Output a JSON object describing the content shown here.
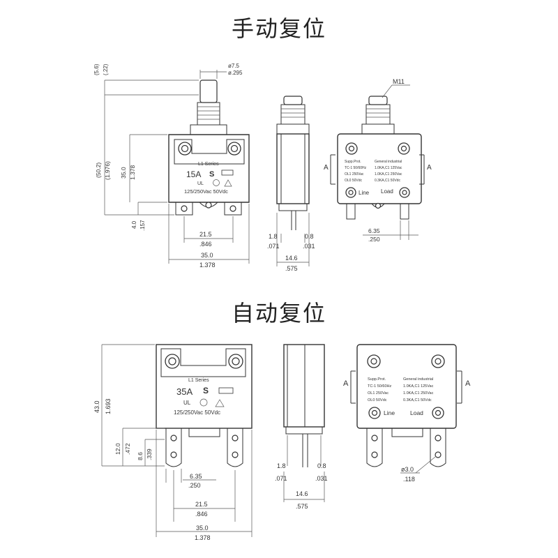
{
  "titles": {
    "manual": "手动复位",
    "auto": "自动复位"
  },
  "manual": {
    "front": {
      "label_series": "L1 Series",
      "rating": "15A",
      "voltage": "125/250Vac  50Vdc",
      "dims": {
        "button_dia_mm": "ø7.5",
        "button_dia_in": "ø.295",
        "top_mm": "(5.6)",
        "top_in": "(.22)",
        "total_mm": "(50.2)",
        "total_in": "(1.976)",
        "body_mm": "35.0",
        "body_in": "1.378",
        "term_mm": "4.0",
        "term_in": ".157",
        "pitch_mm": "21.5",
        "pitch_in": ".846",
        "width_mm": "35.0",
        "width_in": "1.378"
      }
    },
    "side": {
      "left_mm": "1.8",
      "left_in": ".071",
      "right_mm": "0.8",
      "right_in": ".031",
      "depth_mm": "14.6",
      "depth_in": ".575"
    },
    "back": {
      "thread": "M11",
      "col1": [
        "Supp.Prot.",
        "TC-1 50/60Hz",
        "OL1 250Vac",
        "OL0 50Vdc"
      ],
      "col2": [
        "General industrial",
        "1.0KA,C1 125Vac",
        "1.0KA,C1 250Vac",
        "0.3KA,C1 50Vdc"
      ],
      "line": "Line",
      "load": "Load",
      "section": "A",
      "tab_mm": "6.35",
      "tab_in": ".250"
    }
  },
  "auto": {
    "front": {
      "label_series": "L1 Series",
      "rating": "35A",
      "voltage": "125/250Vac  50Vdc",
      "dims": {
        "total_mm": "43.0",
        "total_in": "1.693",
        "t1_mm": "12.0",
        "t1_in": ".472",
        "t2_mm": "8.6",
        "t2_in": ".339",
        "tab_mm": "6.35",
        "tab_in": ".250",
        "pitch_mm": "21.5",
        "pitch_in": ".846",
        "width_mm": "35.0",
        "width_in": "1.378"
      }
    },
    "side": {
      "left_mm": "1.8",
      "left_in": ".071",
      "right_mm": "0.8",
      "right_in": ".031",
      "depth_mm": "14.6",
      "depth_in": ".575"
    },
    "back": {
      "col1": [
        "Supp.Prot.",
        "TC-1 50/60Hz",
        "OL1 250Vac",
        "OL0 50Vdc"
      ],
      "col2": [
        "General industrial",
        "1.0KA,C1 125Vac",
        "1.0KA,C1 250Vac",
        "0.3KA,C1 50Vdc"
      ],
      "line": "Line",
      "load": "Load",
      "section": "A",
      "hole_mm": "ø3.0",
      "hole_in": ".118"
    }
  }
}
